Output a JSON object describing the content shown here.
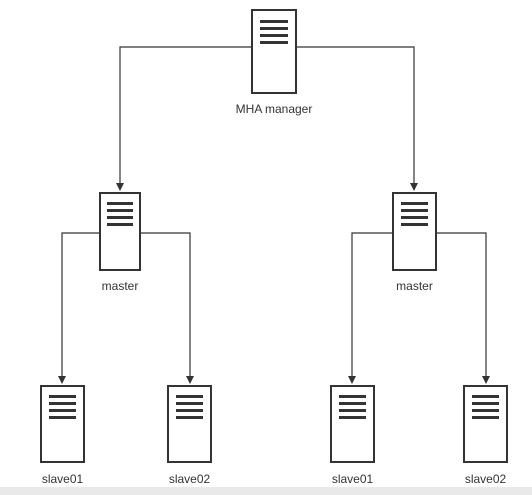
{
  "diagram": {
    "nodes": [
      {
        "id": "manager",
        "label": "MHA manager",
        "icon": "server-icon"
      },
      {
        "id": "master-left",
        "label": "master",
        "icon": "server-icon"
      },
      {
        "id": "master-right",
        "label": "master",
        "icon": "server-icon"
      },
      {
        "id": "slave-left-1",
        "label": "slave01",
        "icon": "server-icon"
      },
      {
        "id": "slave-left-2",
        "label": "slave02",
        "icon": "server-icon"
      },
      {
        "id": "slave-right-1",
        "label": "slave01",
        "icon": "server-icon"
      },
      {
        "id": "slave-right-2",
        "label": "slave02",
        "icon": "server-icon"
      }
    ],
    "edges": [
      {
        "from": "manager",
        "to": "master-left"
      },
      {
        "from": "manager",
        "to": "master-right"
      },
      {
        "from": "master-left",
        "to": "slave-left-1"
      },
      {
        "from": "master-left",
        "to": "slave-left-2"
      },
      {
        "from": "master-right",
        "to": "slave-right-1"
      },
      {
        "from": "master-right",
        "to": "slave-right-2"
      }
    ],
    "colors": {
      "stroke": "#333333",
      "fill": "#ffffff",
      "text": "#333333"
    }
  }
}
